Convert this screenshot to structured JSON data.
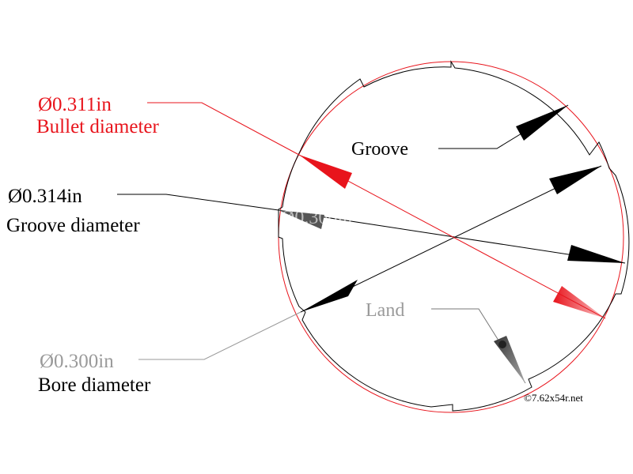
{
  "colors": {
    "bullet": "#e8141c",
    "groove": "#000000",
    "bore": "#9a9a9a",
    "outline": "#000000"
  },
  "labels": {
    "bullet_value": "Ø0.311in",
    "bullet_name": "Bullet diameter",
    "groove_value": "Ø0.314in",
    "groove_name": "Groove diameter",
    "bore_value": "Ø0.300in",
    "bore_name": "Bore diameter",
    "groove": "Groove",
    "land": "Land",
    "watermark": "Ø0.300in",
    "copyright": "©7.62x54r.net"
  }
}
